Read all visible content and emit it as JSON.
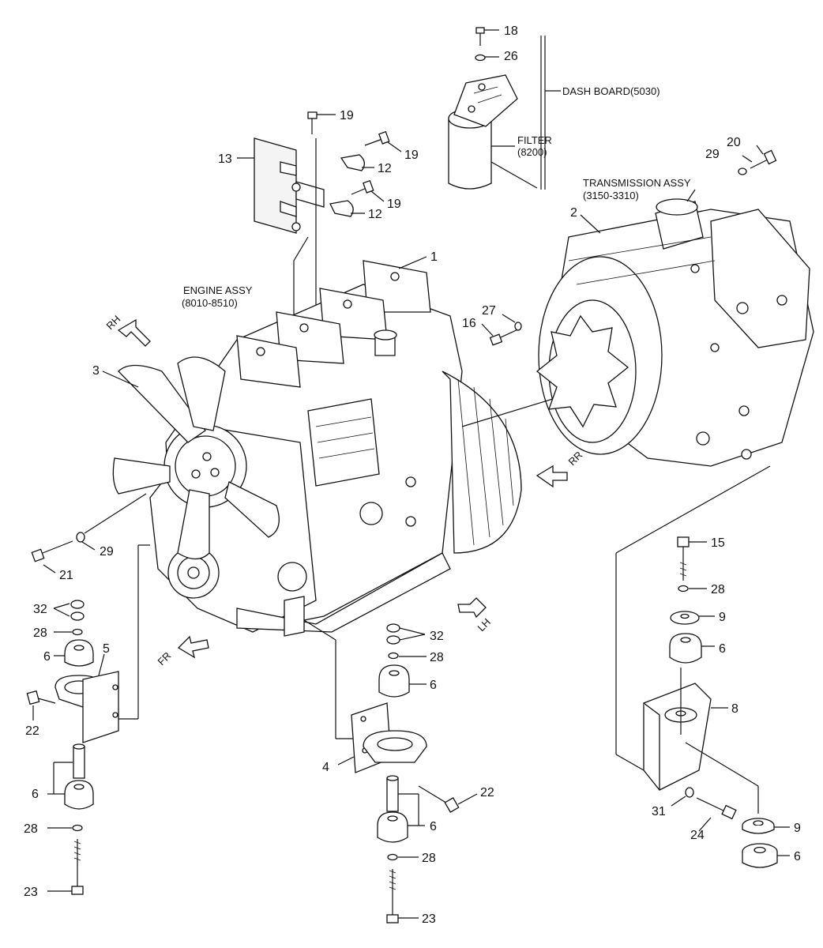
{
  "callouts": {
    "c1": "1",
    "c2": "2",
    "c3": "3",
    "c4": "4",
    "c5": "5",
    "c6a": "6",
    "c6b": "6",
    "c6c": "6",
    "c6d": "6",
    "c6e": "6",
    "c6f": "6",
    "c8": "8",
    "c9a": "9",
    "c9b": "9",
    "c12a": "12",
    "c12b": "12",
    "c13": "13",
    "c15": "15",
    "c16": "16",
    "c18": "18",
    "c19a": "19",
    "c19b": "19",
    "c19c": "19",
    "c20": "20",
    "c21": "21",
    "c22a": "22",
    "c22b": "22",
    "c23a": "23",
    "c23b": "23",
    "c24": "24",
    "c26": "26",
    "c27": "27",
    "c28a": "28",
    "c28b": "28",
    "c28c": "28",
    "c28d": "28",
    "c28e": "28",
    "c29a": "29",
    "c29b": "29",
    "c31": "31",
    "c32a": "32",
    "c32b": "32"
  },
  "labels": {
    "dash_board": "DASH BOARD(5030)",
    "filter": "FILTER",
    "filter_code": "(8200)",
    "transmission": "TRANSMISSION ASSY",
    "transmission_code": "(3150-3310)",
    "engine": "ENGINE ASSY",
    "engine_code": "(8010-8510)"
  },
  "directions": {
    "rh": "RH",
    "rr": "RR",
    "lh": "LH",
    "fr": "FR"
  }
}
